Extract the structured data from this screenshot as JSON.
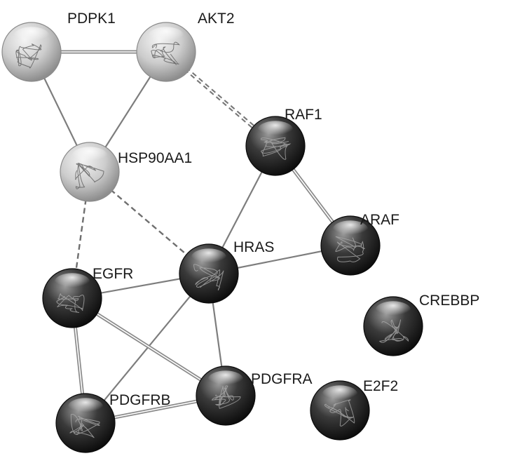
{
  "nodes": [
    {
      "id": "PDPK1",
      "label": "PDPK1",
      "tone": "light"
    },
    {
      "id": "AKT2",
      "label": "AKT2",
      "tone": "light"
    },
    {
      "id": "HSP90AA1",
      "label": "HSP90AA1",
      "tone": "light"
    },
    {
      "id": "RAF1",
      "label": "RAF1",
      "tone": "dark"
    },
    {
      "id": "ARAF",
      "label": "ARAF",
      "tone": "dark"
    },
    {
      "id": "HRAS",
      "label": "HRAS",
      "tone": "dark"
    },
    {
      "id": "EGFR",
      "label": "EGFR",
      "tone": "dark"
    },
    {
      "id": "CREBBP",
      "label": "CREBBP",
      "tone": "dark"
    },
    {
      "id": "PDGFRA",
      "label": "PDGFRA",
      "tone": "dark"
    },
    {
      "id": "E2F2",
      "label": "E2F2",
      "tone": "dark"
    },
    {
      "id": "PDGFRB",
      "label": "PDGFRB",
      "tone": "dark"
    }
  ],
  "edges": [
    {
      "from": "PDPK1",
      "to": "AKT2",
      "style": "double"
    },
    {
      "from": "PDPK1",
      "to": "HSP90AA1",
      "style": "solid"
    },
    {
      "from": "AKT2",
      "to": "HSP90AA1",
      "style": "solid"
    },
    {
      "from": "AKT2",
      "to": "RAF1",
      "style": "double-dashed"
    },
    {
      "from": "HSP90AA1",
      "to": "EGFR",
      "style": "dashed"
    },
    {
      "from": "HSP90AA1",
      "to": "HRAS",
      "style": "dashed"
    },
    {
      "from": "RAF1",
      "to": "HRAS",
      "style": "solid"
    },
    {
      "from": "RAF1",
      "to": "ARAF",
      "style": "double"
    },
    {
      "from": "ARAF",
      "to": "HRAS",
      "style": "solid"
    },
    {
      "from": "HRAS",
      "to": "EGFR",
      "style": "solid"
    },
    {
      "from": "HRAS",
      "to": "PDGFRA",
      "style": "solid"
    },
    {
      "from": "HRAS",
      "to": "PDGFRB",
      "style": "solid"
    },
    {
      "from": "EGFR",
      "to": "PDGFRA",
      "style": "double"
    },
    {
      "from": "EGFR",
      "to": "PDGFRB",
      "style": "double"
    },
    {
      "from": "PDGFRA",
      "to": "PDGFRB",
      "style": "double"
    }
  ],
  "colors": {
    "light_node_highlight": "#f4f4f4",
    "light_node_mid": "#c9c9c9",
    "light_node_edge": "#8e8e8e",
    "dark_node_highlight": "#a8a8a8",
    "dark_node_mid": "#3a3a3a",
    "dark_node_edge": "#101010",
    "label": "#1a1a1a"
  }
}
